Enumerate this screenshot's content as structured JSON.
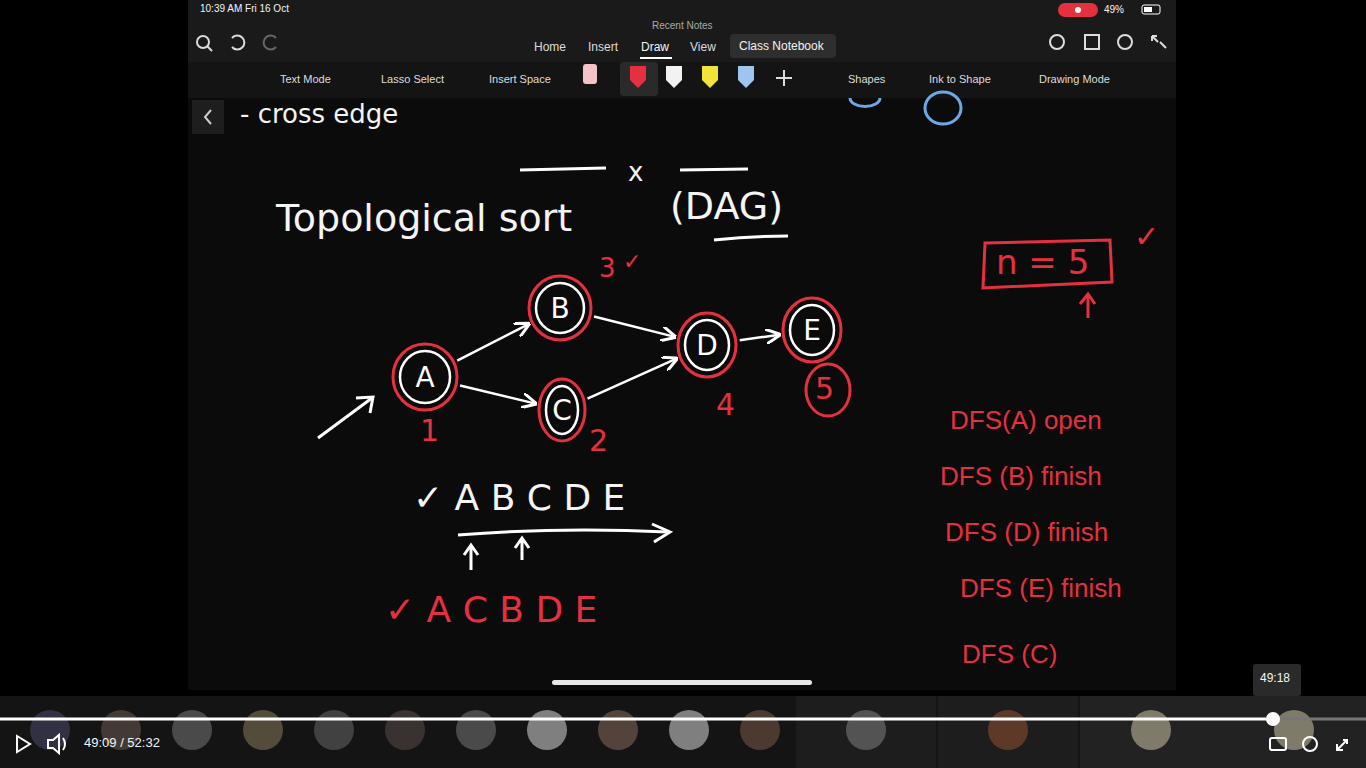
{
  "diagram": {
    "title": "Topological sort",
    "nodes": [
      {
        "text": [
          "A"
        ]
      },
      {
        "text": [
          "B"
        ]
      },
      {
        "text": [
          "C"
        ]
      },
      {
        "text": [
          "D"
        ]
      },
      {
        "text": [
          "E"
        ]
      }
    ],
    "edges": [
      {
        "from": 0,
        "to": 1,
        "arrow": "to"
      },
      {
        "from": 0,
        "to": 2,
        "arrow": "to"
      },
      {
        "from": 1,
        "to": 3,
        "arrow": "to"
      },
      {
        "from": 2,
        "to": 3,
        "arrow": "to"
      },
      {
        "from": 3,
        "to": 4,
        "arrow": "to"
      }
    ],
    "labels": [
      "10:39 AM Fri 16 Oct",
      "Recent Notes",
      "49%",
      "Home",
      "Insert",
      "Draw",
      "View",
      "Class Notebook",
      "Text Mode",
      "Lasso Select",
      "Insert Space",
      "Shapes",
      "Ink to Shape",
      "Drawing Mode",
      "- cross edge",
      "x",
      "(DAG)",
      "1",
      "3",
      "2",
      "4",
      "5",
      "n = 5",
      "✓",
      "✓ A B C D E",
      "✓ A C B D E",
      "DFS(A) open",
      "DFS (B) finish",
      "DFS (D) finish",
      "DFS (E) finish",
      "DFS (C)",
      "49:09 / 52:32",
      "49:18",
      "✓"
    ]
  }
}
